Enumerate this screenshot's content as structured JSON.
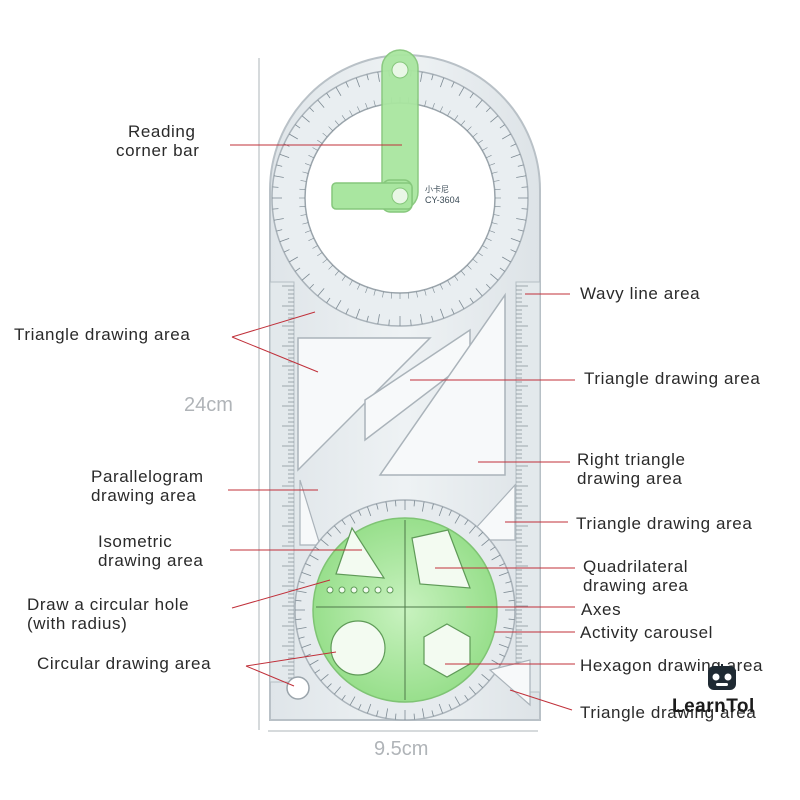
{
  "labels": {
    "reading_corner_bar": [
      "Reading",
      "corner bar"
    ],
    "triangle_left": "Triangle drawing area",
    "parallelogram": [
      "Parallelogram",
      "drawing area"
    ],
    "isometric": [
      "Isometric",
      "drawing area"
    ],
    "circular_hole": [
      "Draw a circular hole",
      "(with radius)"
    ],
    "circular_area": "Circular drawing area",
    "wavy_line": "Wavy line area",
    "triangle_right_1": "Triangle drawing area",
    "right_triangle": [
      "Right triangle",
      "drawing area"
    ],
    "triangle_right_2": "Triangle drawing area",
    "quadrilateral": [
      "Quadrilateral",
      "drawing area"
    ],
    "axes": "Axes",
    "activity_carousel": "Activity carousel",
    "hexagon": "Hexagon drawing area",
    "triangle_bottom": "Triangle drawing area"
  },
  "dimensions": {
    "height": "24cm",
    "width": "9.5cm"
  },
  "ruler_marks": {
    "model": "CY-3604",
    "brand": "小卡尼"
  },
  "logo": {
    "text": "LearnTol",
    "icon": "robot-head-icon"
  },
  "colors": {
    "ruler_body": "#e7ecef",
    "ruler_edge": "#b9c1c7",
    "green_part": "#a9e6a0",
    "leader_line": "#c0303a",
    "text": "#2a2a2a",
    "dimension_text": "#b0b4b8"
  }
}
